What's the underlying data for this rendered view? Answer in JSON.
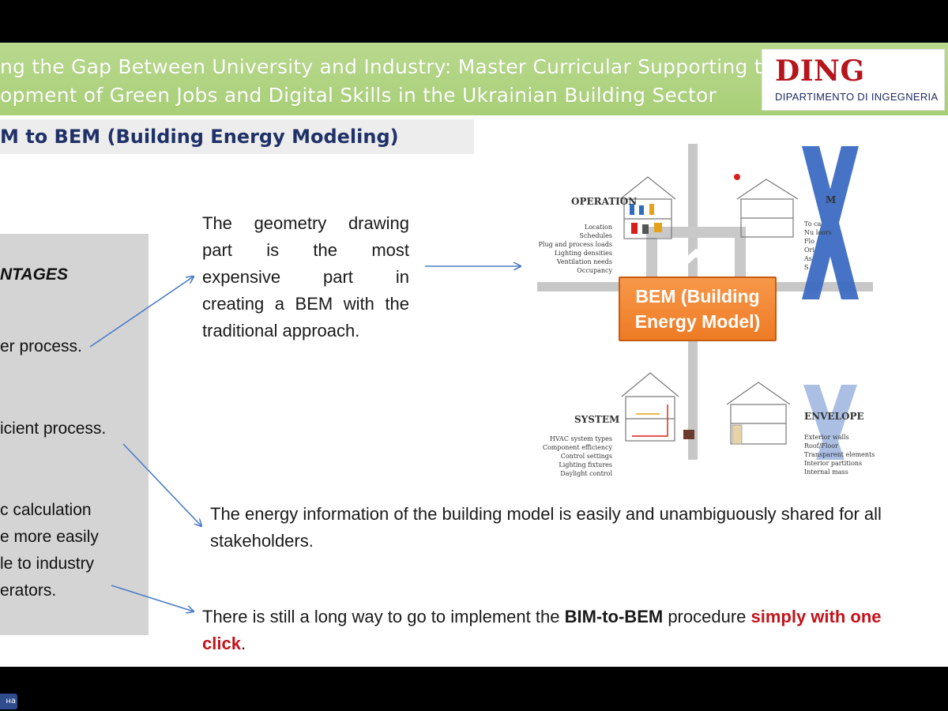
{
  "header": {
    "title_line1": "ng the Gap Between University and Industry: Master Curricular Supporting the",
    "title_line2": "opment of Green Jobs and Digital Skills in the Ukrainian Building Sector",
    "logo_main": "DING",
    "logo_sub": "DIPARTIMENTO DI INGEGNERIA"
  },
  "subtitle": "M to BEM (Building Energy Modeling)",
  "advantages": {
    "heading": "NTAGES",
    "items": [
      "er process.",
      "icient process.",
      "c calculation",
      "e more easily",
      "le to industry",
      "erators."
    ]
  },
  "notes": {
    "geometry": [
      "The geometry drawing",
      "part is the most",
      "expensive part in",
      "creating a BEM with the",
      "traditional approach."
    ],
    "energy_info": "The energy information of the building model is easily and unambiguously shared for all stakeholders.",
    "long_way_prefix": "There is still a long way to go to implement the ",
    "long_way_bold": "BIM-to-BEM",
    "long_way_mid": " procedure ",
    "long_way_red": "simply with one click",
    "long_way_end": "."
  },
  "diagram": {
    "center_label": "BEM (Building Energy Model)",
    "operation": {
      "title": "OPERATION",
      "items": [
        "Location",
        "Schedules",
        "Plug and process loads",
        "Lighting densities",
        "Ventilation needs",
        "Occupancy"
      ]
    },
    "geometry_quadrant": {
      "title": "M",
      "items": [
        "To    ca",
        "Nu    loors",
        "Flo",
        "Ori",
        "As",
        "S"
      ]
    },
    "system": {
      "title": "SYSTEM",
      "items": [
        "HVAC system types",
        "Component efficiency",
        "Control settings",
        "Lighting fixtures",
        "Daylight control"
      ]
    },
    "envelope": {
      "title": "ENVELOPE",
      "items": [
        "Exterior walls",
        "Roof/Floor",
        "Transparent elements",
        "Interior partitions",
        "Internal mass"
      ]
    }
  },
  "taskbar": {
    "label": "на"
  },
  "colors": {
    "header_green": "#a8cf77",
    "logo_red": "#b5151b",
    "logo_navy": "#1d2a63",
    "subtitle_navy": "#1f3168",
    "bem_orange": "#ee7b25",
    "cross_blue": "#4a78c9",
    "emphasis_red": "#c4121a",
    "arrow_blue": "#4a7cc7"
  }
}
